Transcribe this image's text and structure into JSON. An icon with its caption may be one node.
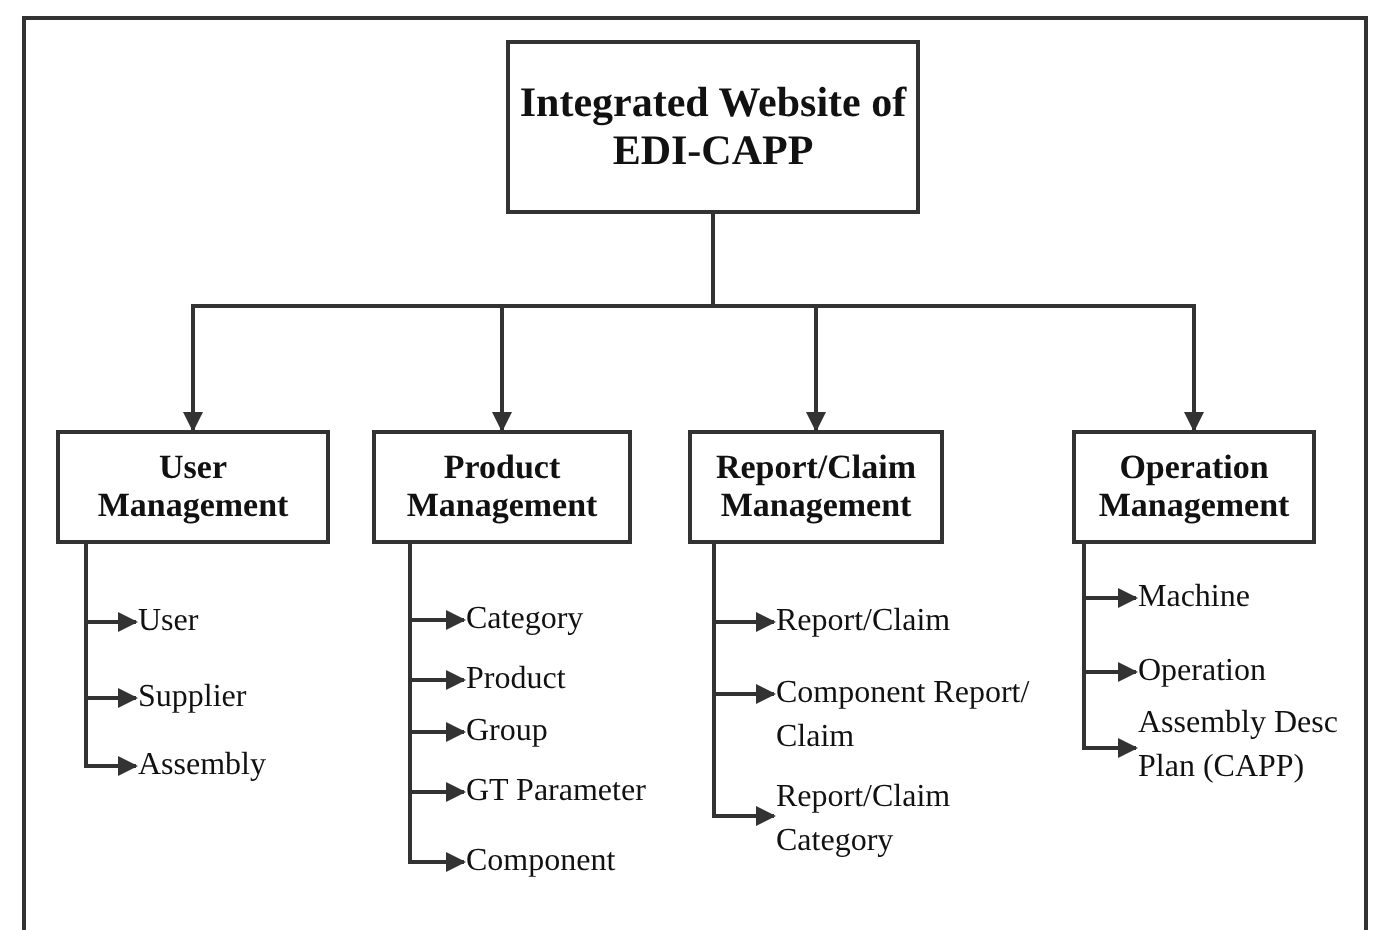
{
  "diagram": {
    "nodes": [
      {
        "text": [
          "Integrated Website of EDI-CAPP"
        ]
      },
      {
        "text": [
          "User Management"
        ]
      },
      {
        "text": [
          "Product Management"
        ]
      },
      {
        "text": [
          "Report/Claim Management"
        ]
      },
      {
        "text": [
          "Operation Management"
        ]
      },
      {
        "text": [
          "User"
        ]
      },
      {
        "text": [
          "Supplier"
        ]
      },
      {
        "text": [
          "Assembly"
        ]
      },
      {
        "text": [
          "Category"
        ]
      },
      {
        "text": [
          "Product"
        ]
      },
      {
        "text": [
          "Group"
        ]
      },
      {
        "text": [
          "GT Parameter"
        ]
      },
      {
        "text": [
          "Component"
        ]
      },
      {
        "text": [
          "Report/Claim"
        ]
      },
      {
        "text": [
          "Component Report/ Claim"
        ]
      },
      {
        "text": [
          "Report/Claim Category"
        ]
      },
      {
        "text": [
          "Machine"
        ]
      },
      {
        "text": [
          "Operation"
        ]
      },
      {
        "text": [
          "Assembly Desc Plan (CAPP)"
        ]
      }
    ],
    "edges": [
      {
        "from": 0,
        "to": 1,
        "arrow": "to"
      },
      {
        "from": 0,
        "to": 2,
        "arrow": "to"
      },
      {
        "from": 0,
        "to": 3,
        "arrow": "to"
      },
      {
        "from": 0,
        "to": 4,
        "arrow": "to"
      },
      {
        "from": 1,
        "to": 5,
        "arrow": "to"
      },
      {
        "from": 1,
        "to": 6,
        "arrow": "to"
      },
      {
        "from": 1,
        "to": 7,
        "arrow": "to"
      },
      {
        "from": 2,
        "to": 8,
        "arrow": "to"
      },
      {
        "from": 2,
        "to": 9,
        "arrow": "to"
      },
      {
        "from": 2,
        "to": 10,
        "arrow": "to"
      },
      {
        "from": 2,
        "to": 11,
        "arrow": "to"
      },
      {
        "from": 2,
        "to": 12,
        "arrow": "to"
      },
      {
        "from": 3,
        "to": 13,
        "arrow": "to"
      },
      {
        "from": 3,
        "to": 14,
        "arrow": "to"
      },
      {
        "from": 3,
        "to": 15,
        "arrow": "to"
      },
      {
        "from": 4,
        "to": 16,
        "arrow": "to"
      },
      {
        "from": 4,
        "to": 17,
        "arrow": "to"
      },
      {
        "from": 4,
        "to": 18,
        "arrow": "to"
      }
    ]
  }
}
